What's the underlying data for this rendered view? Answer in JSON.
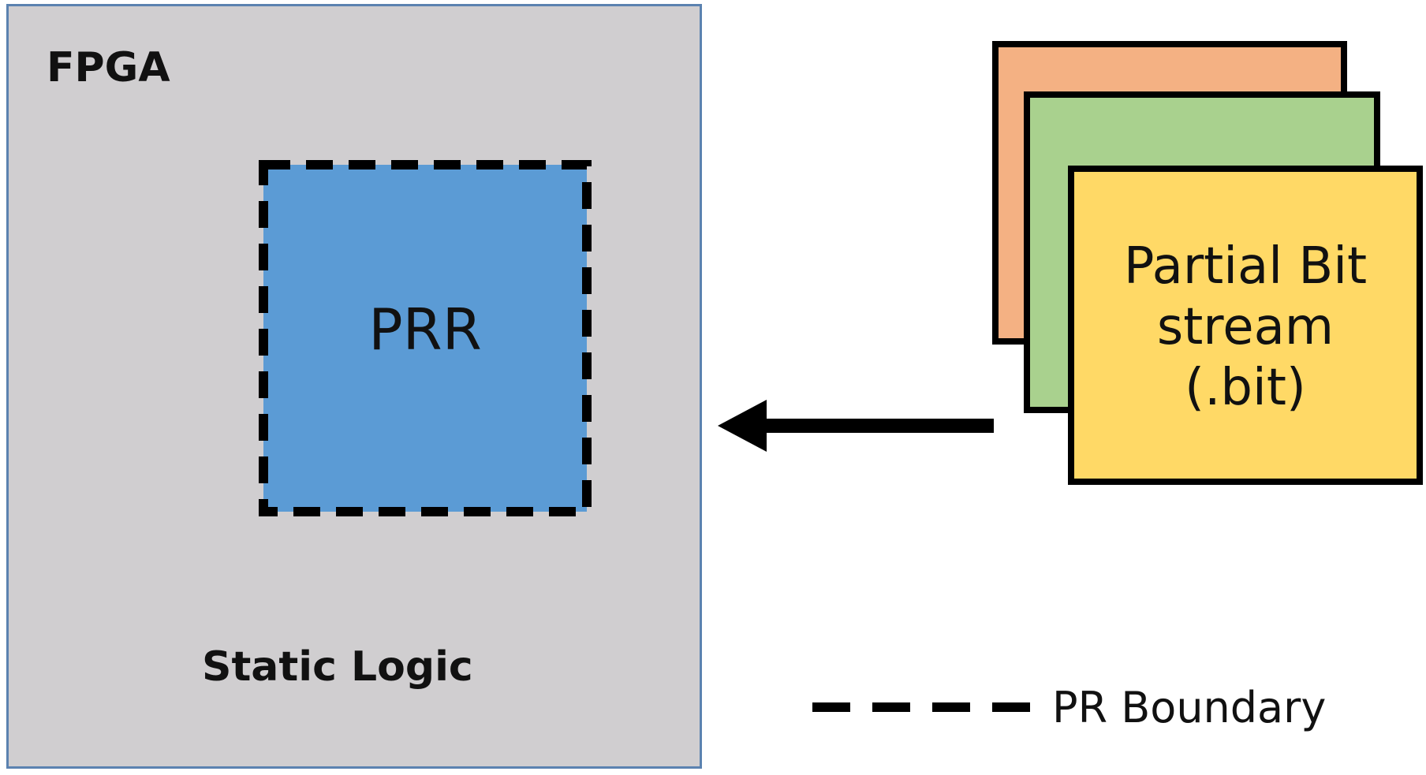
{
  "fpga": {
    "label": "FPGA",
    "static_label": "Static Logic"
  },
  "prr": {
    "label": "PRR"
  },
  "bitstream": {
    "line1": "Partial Bit",
    "line2": "stream",
    "line3": "(.bit)"
  },
  "legend": {
    "label": "PR Boundary"
  },
  "colors": {
    "fpga_fill": "#d0ced0",
    "fpga_border": "#5b82b0",
    "prr_fill": "#5b9bd5",
    "card_orange": "#f4b183",
    "card_green": "#a9d18e",
    "card_yellow": "#ffd966"
  }
}
